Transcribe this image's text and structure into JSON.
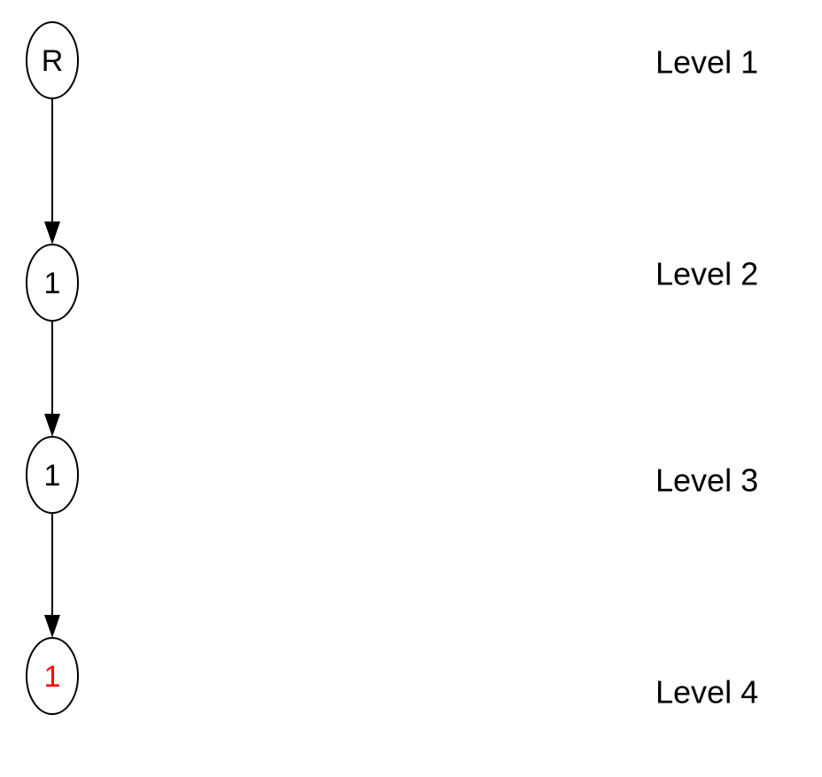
{
  "diagram": {
    "nodes": [
      {
        "id": "n1",
        "label": "R",
        "color": "#000000"
      },
      {
        "id": "n2",
        "label": "1",
        "color": "#000000"
      },
      {
        "id": "n3",
        "label": "1",
        "color": "#000000"
      },
      {
        "id": "n4",
        "label": "1",
        "color": "#ff0000"
      }
    ],
    "edges": [
      {
        "from": "n1",
        "to": "n2"
      },
      {
        "from": "n2",
        "to": "n3"
      },
      {
        "from": "n3",
        "to": "n4"
      }
    ],
    "levels": [
      "Level 1",
      "Level 2",
      "Level 3",
      "Level 4"
    ]
  }
}
